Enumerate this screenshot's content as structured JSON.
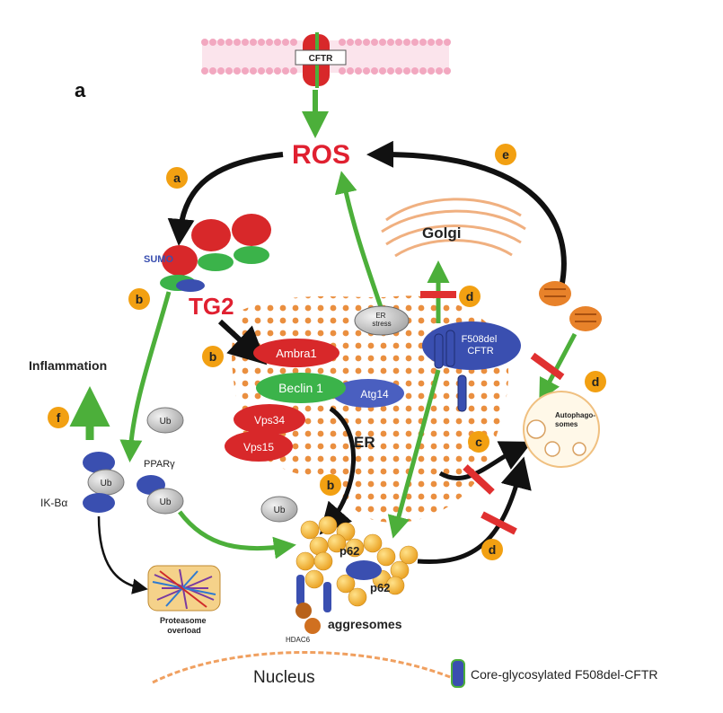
{
  "panel_letter": "a",
  "labels": {
    "cftr": "CFTR",
    "ros": "ROS",
    "golgi": "Golgi",
    "sumo": "SUMO",
    "tg2": "TG2",
    "er_stress": "ER\nstress",
    "f508del_cftr": "F508del\nCFTR",
    "ambra1": "Ambra1",
    "beclin1": "Beclin 1",
    "atg14": "Atg14",
    "vps34": "Vps34",
    "vps15": "Vps15",
    "er": "ER",
    "inflammation": "Inflammation",
    "ub": "Ub",
    "ppar": "PPARγ",
    "ikba": "IK-Bα",
    "p62": "p62",
    "hdac6": "HDAC6",
    "aggresomes": "aggresomes",
    "proteasome": "Proteasome\noverload",
    "autophagosomes": "Autophago-\nsomes",
    "nucleus": "Nucleus",
    "legend": "Core-glycosylated F508del-CFTR"
  },
  "step_badges": [
    "a",
    "b",
    "b",
    "b",
    "c",
    "d",
    "d",
    "d",
    "e",
    "f"
  ],
  "colors": {
    "ros": "#e02030",
    "tg2": "#e02030",
    "badge": "#f2a012",
    "green_arrow": "#4caf3a",
    "black_arrow": "#111111",
    "inhibit": "#e03030",
    "protein_red": "#d8282a",
    "protein_green": "#3bb34a",
    "protein_blue": "#3a4fb0",
    "ub_gray": "#c8c8c8",
    "aggresome_orange": "#f5b62a",
    "membrane_pink": "#f2a8c0",
    "er_dots": "#e8822a"
  }
}
